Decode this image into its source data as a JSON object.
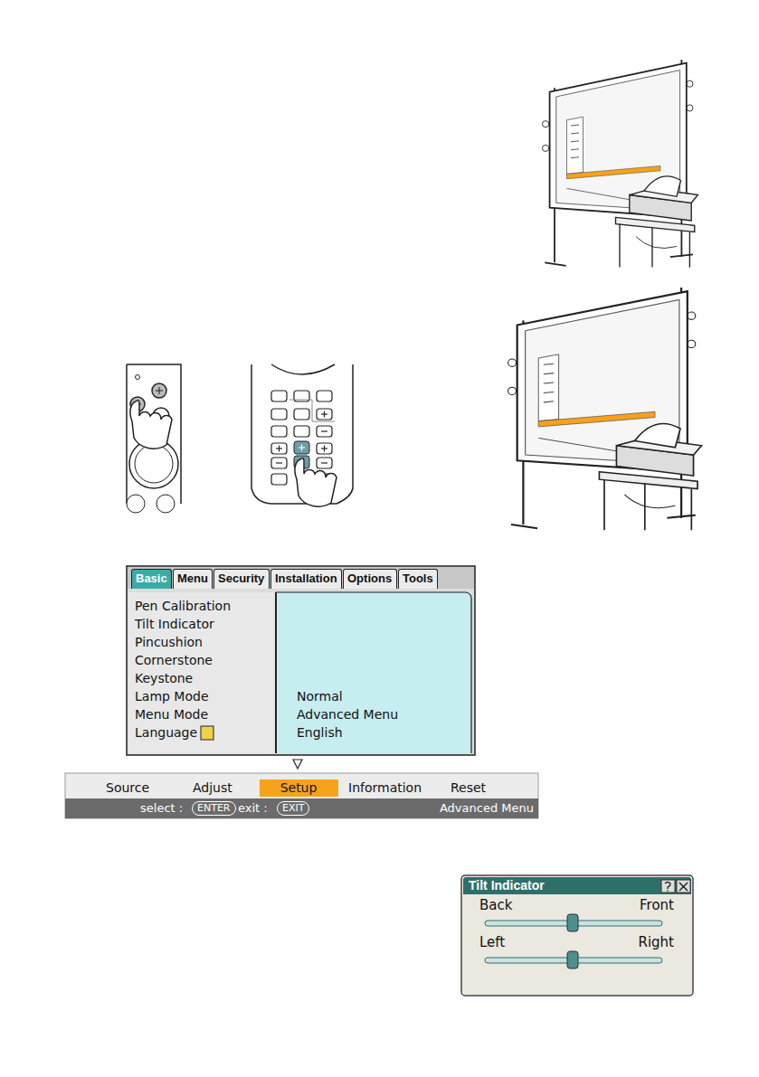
{
  "diagram": {
    "nodes": [
      {
        "text": [
          "Basic"
        ]
      },
      {
        "text": [
          "Menu"
        ]
      },
      {
        "text": [
          "Security"
        ]
      },
      {
        "text": [
          "Installation"
        ]
      },
      {
        "text": [
          "Options"
        ]
      },
      {
        "text": [
          "Tools"
        ]
      },
      {
        "text": [
          "Setup"
        ]
      },
      {
        "text": [
          "ENTER"
        ]
      },
      {
        "text": [
          "EXIT"
        ]
      },
      {
        "text": [
          "Tilt Indicator"
        ]
      }
    ],
    "labels": [
      "Pen Calibration",
      "Tilt Indicator",
      "Pincushion",
      "Cornerstone",
      "Keystone",
      "Lamp Mode",
      "Menu Mode",
      "Language",
      "Normal",
      "Advanced Menu",
      "English",
      "Source",
      "Adjust",
      "Information",
      "Reset",
      "select :",
      "exit :",
      "Advanced Menu",
      "Back",
      "Front",
      "Left",
      "Right"
    ]
  }
}
